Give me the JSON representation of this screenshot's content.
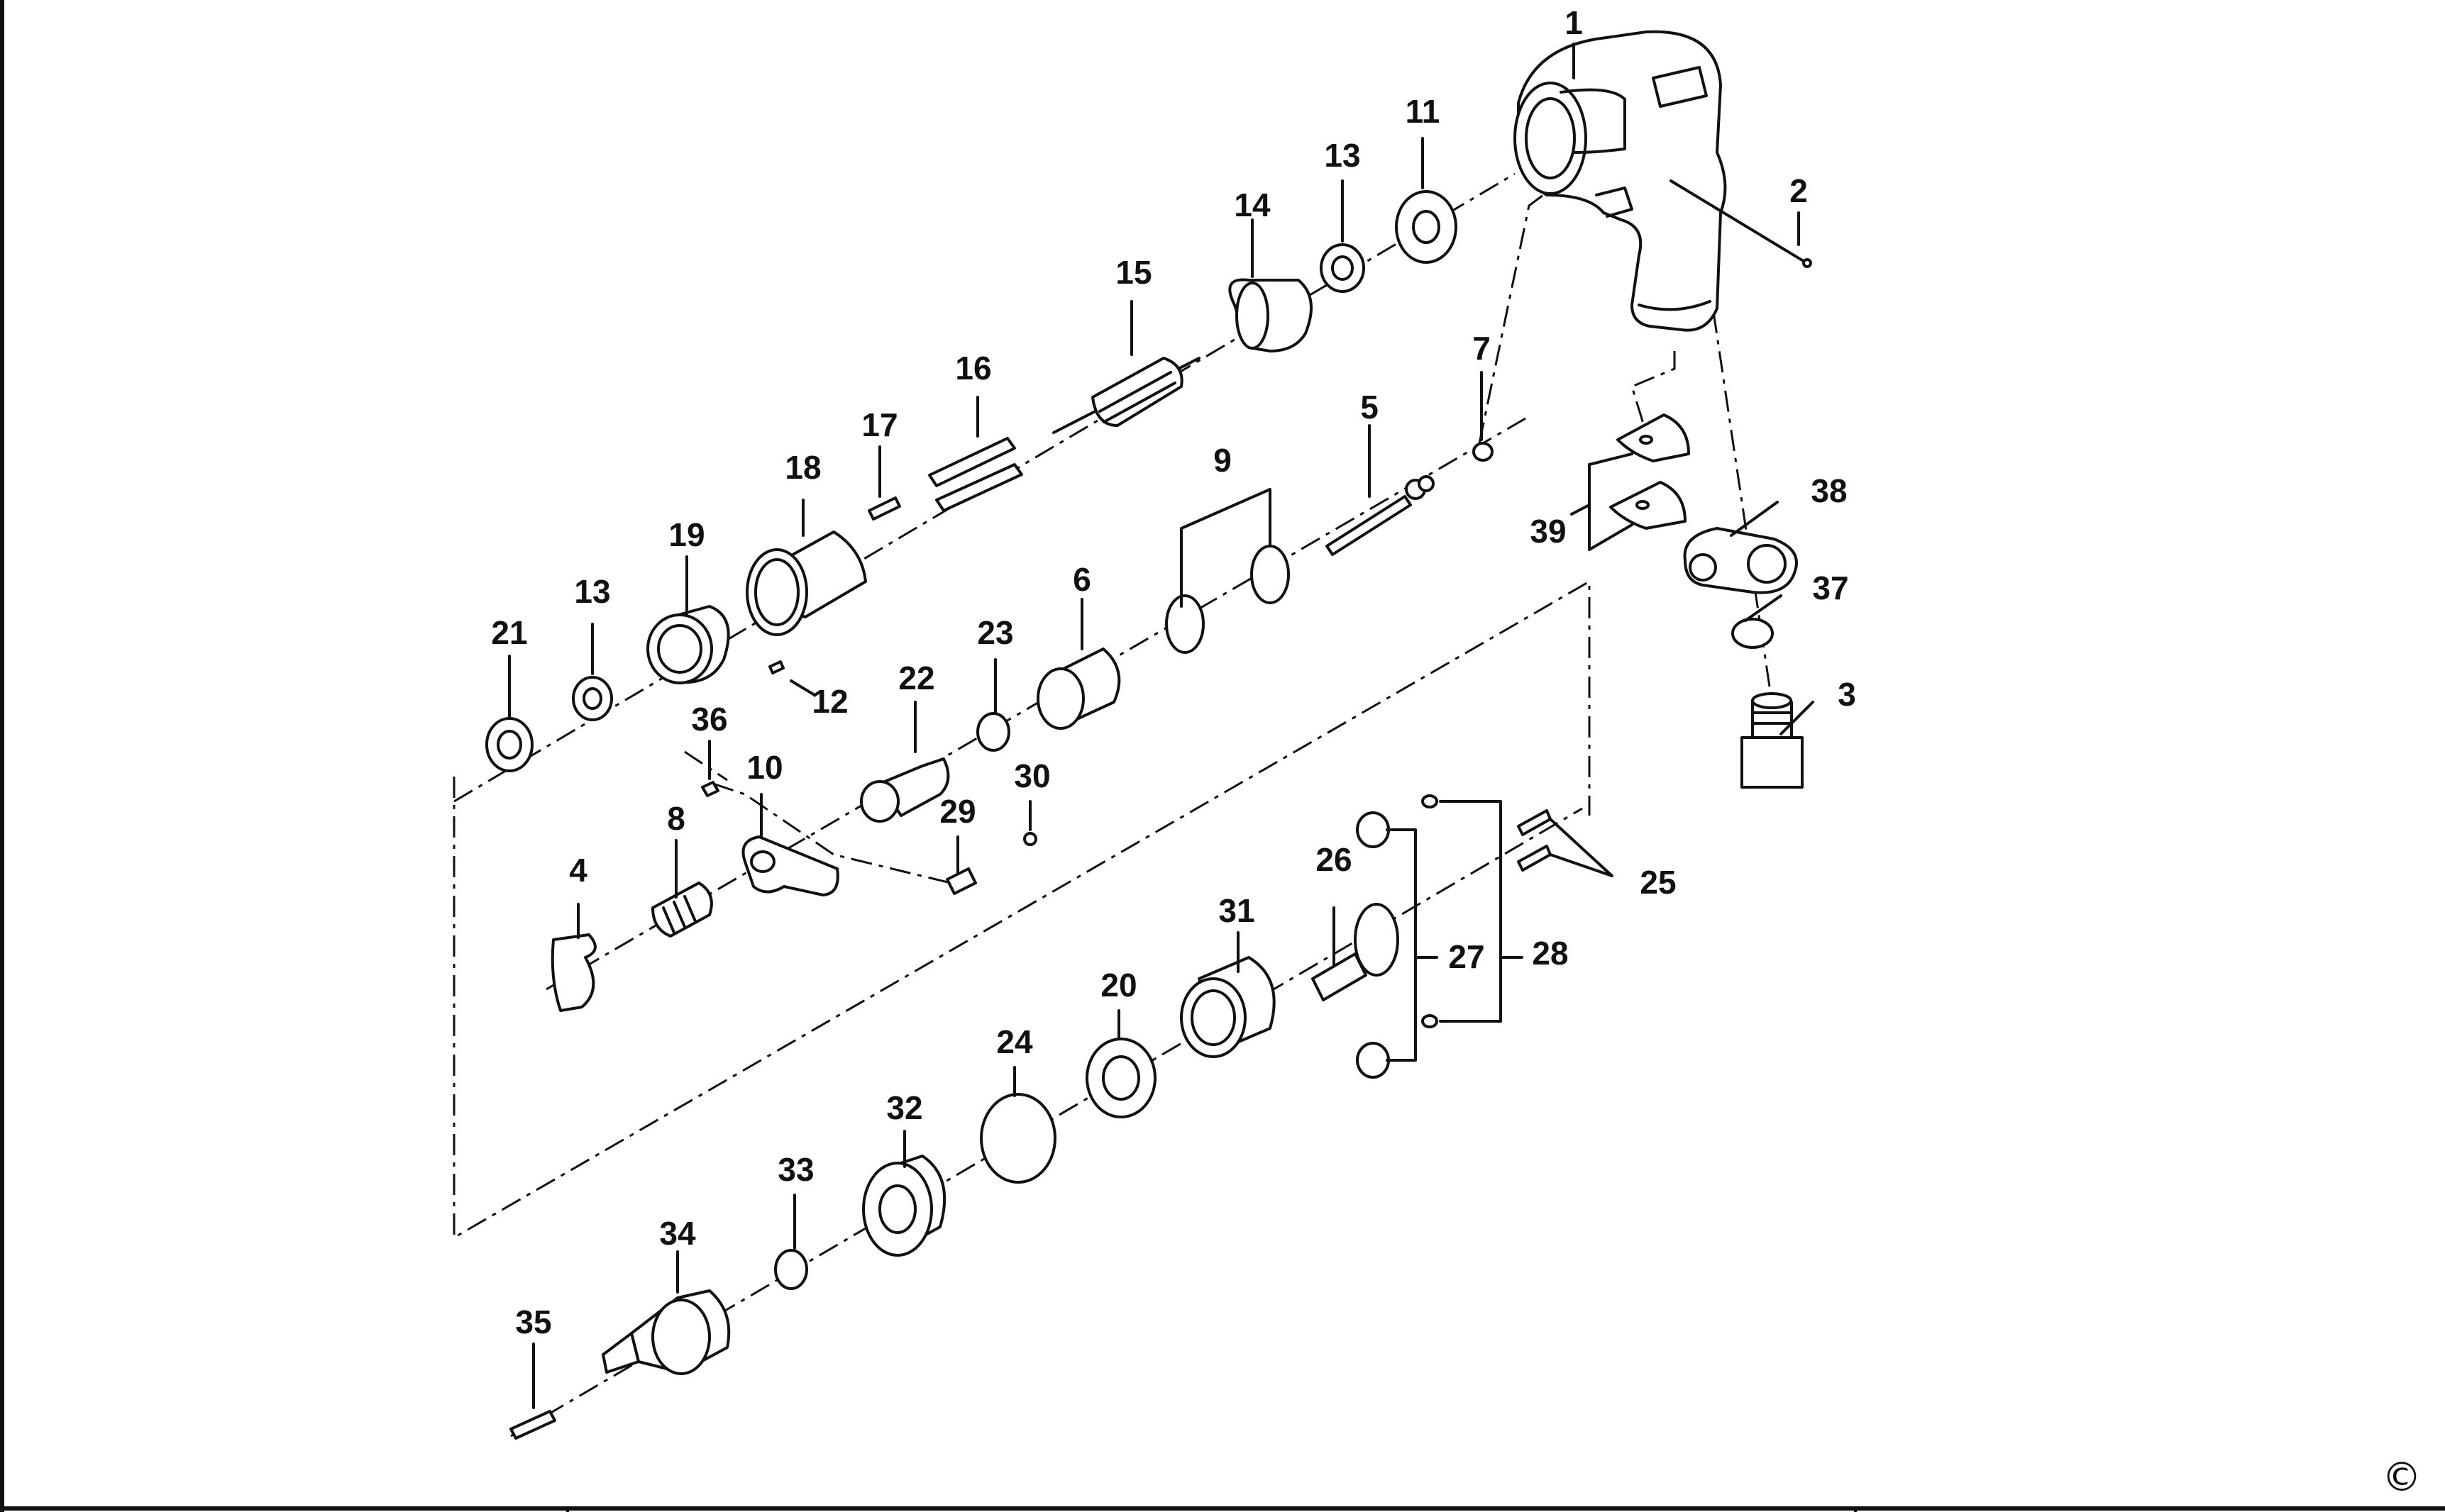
{
  "diagram": {
    "callouts": [
      {
        "id": "c1",
        "text": "1"
      },
      {
        "id": "c2",
        "text": "2"
      },
      {
        "id": "c3",
        "text": "3"
      },
      {
        "id": "c4",
        "text": "4"
      },
      {
        "id": "c5",
        "text": "5"
      },
      {
        "id": "c6",
        "text": "6"
      },
      {
        "id": "c7",
        "text": "7"
      },
      {
        "id": "c8",
        "text": "8"
      },
      {
        "id": "c9",
        "text": "9"
      },
      {
        "id": "c10",
        "text": "10"
      },
      {
        "id": "c11",
        "text": "11"
      },
      {
        "id": "c12",
        "text": "12"
      },
      {
        "id": "c13a",
        "text": "13"
      },
      {
        "id": "c13b",
        "text": "13"
      },
      {
        "id": "c14",
        "text": "14"
      },
      {
        "id": "c15",
        "text": "15"
      },
      {
        "id": "c16",
        "text": "16"
      },
      {
        "id": "c17",
        "text": "17"
      },
      {
        "id": "c18",
        "text": "18"
      },
      {
        "id": "c19",
        "text": "19"
      },
      {
        "id": "c20",
        "text": "20"
      },
      {
        "id": "c21",
        "text": "21"
      },
      {
        "id": "c22",
        "text": "22"
      },
      {
        "id": "c23",
        "text": "23"
      },
      {
        "id": "c24",
        "text": "24"
      },
      {
        "id": "c25",
        "text": "25"
      },
      {
        "id": "c26",
        "text": "26"
      },
      {
        "id": "c27",
        "text": "27"
      },
      {
        "id": "c28",
        "text": "28"
      },
      {
        "id": "c29",
        "text": "29"
      },
      {
        "id": "c30",
        "text": "30"
      },
      {
        "id": "c31",
        "text": "31"
      },
      {
        "id": "c32",
        "text": "32"
      },
      {
        "id": "c33",
        "text": "33"
      },
      {
        "id": "c34",
        "text": "34"
      },
      {
        "id": "c35",
        "text": "35"
      },
      {
        "id": "c36",
        "text": "36"
      },
      {
        "id": "c37",
        "text": "37"
      },
      {
        "id": "c38",
        "text": "38"
      },
      {
        "id": "c39",
        "text": "39"
      }
    ],
    "copyright_mark": "©"
  }
}
